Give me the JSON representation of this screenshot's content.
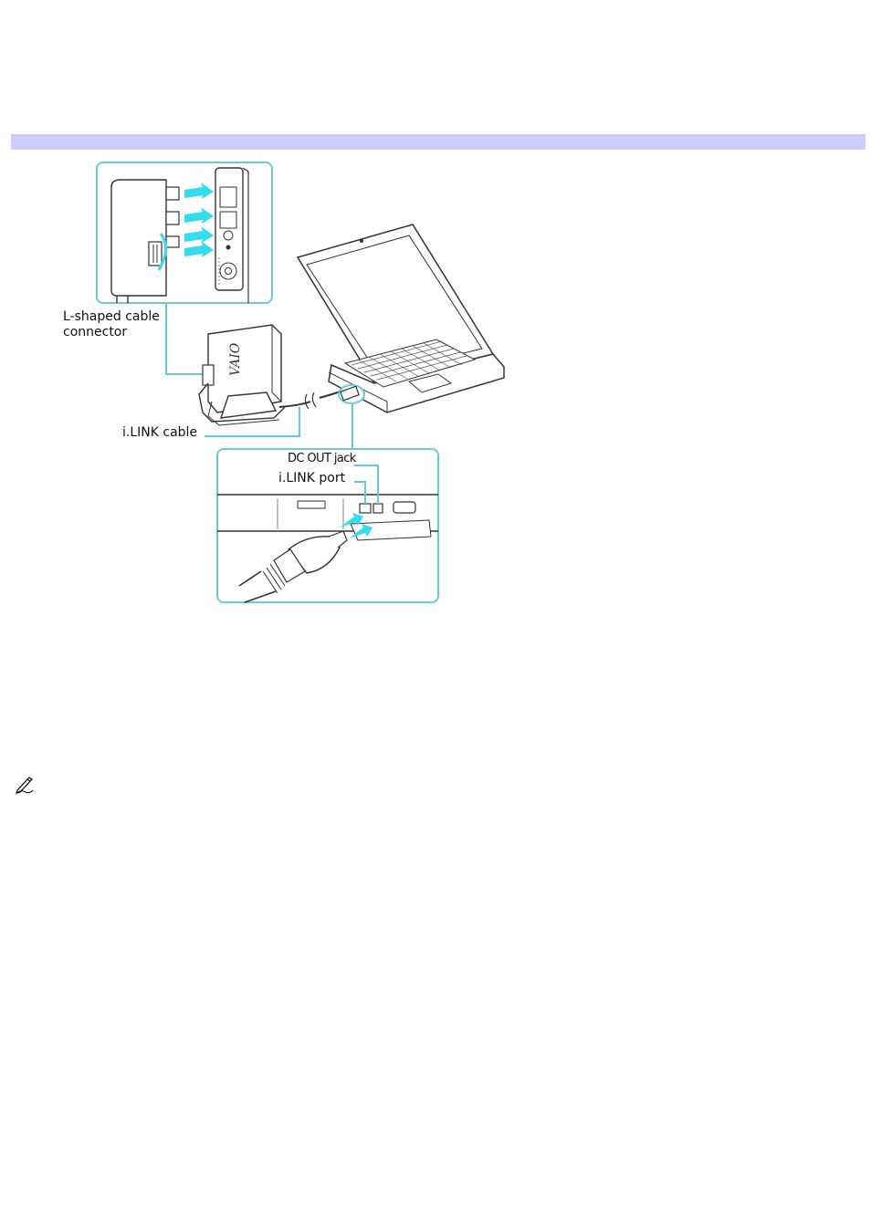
{
  "figure": {
    "labels": {
      "l_shaped_connector_line1": "L-shaped cable",
      "l_shaped_connector_line2": "connector",
      "ilink_cable": "i.LINK cable",
      "dc_out_jack": "DC OUT jack",
      "ilink_port": "i.LINK port"
    },
    "logo_text": "VAIO"
  },
  "colors": {
    "header_bar": "#ccccff",
    "callout_frame": "#66ccdd",
    "arrow": "#33ddee"
  },
  "note": {
    "icon": "note-pencil-icon"
  }
}
